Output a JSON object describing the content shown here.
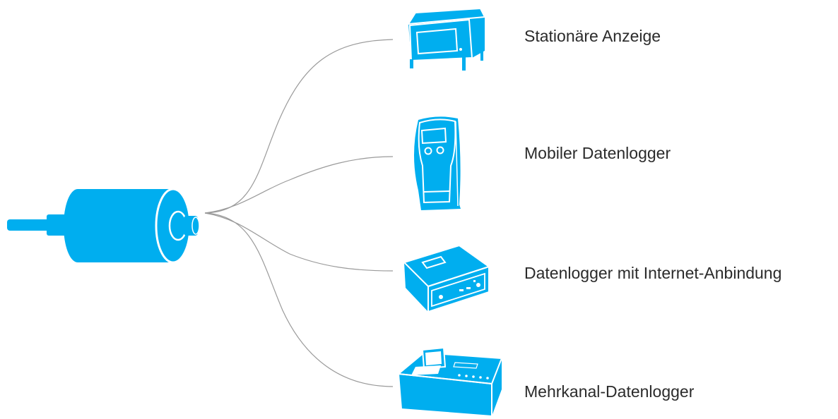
{
  "colors": {
    "device_blue": "#00aeef",
    "cable_gray": "#9a9a9a",
    "text": "#2b2b2b"
  },
  "sensor": {
    "icon": "cylindrical-sensor-icon"
  },
  "devices": [
    {
      "label": "Stationäre Anzeige",
      "icon": "stationary-display-icon"
    },
    {
      "label": "Mobiler Datenlogger",
      "icon": "handheld-datalogger-icon"
    },
    {
      "label": "Datenlogger mit Internet-Anbindung",
      "icon": "internet-datalogger-icon"
    },
    {
      "label": "Mehrkanal-Datenlogger",
      "icon": "multichannel-datalogger-icon"
    }
  ]
}
